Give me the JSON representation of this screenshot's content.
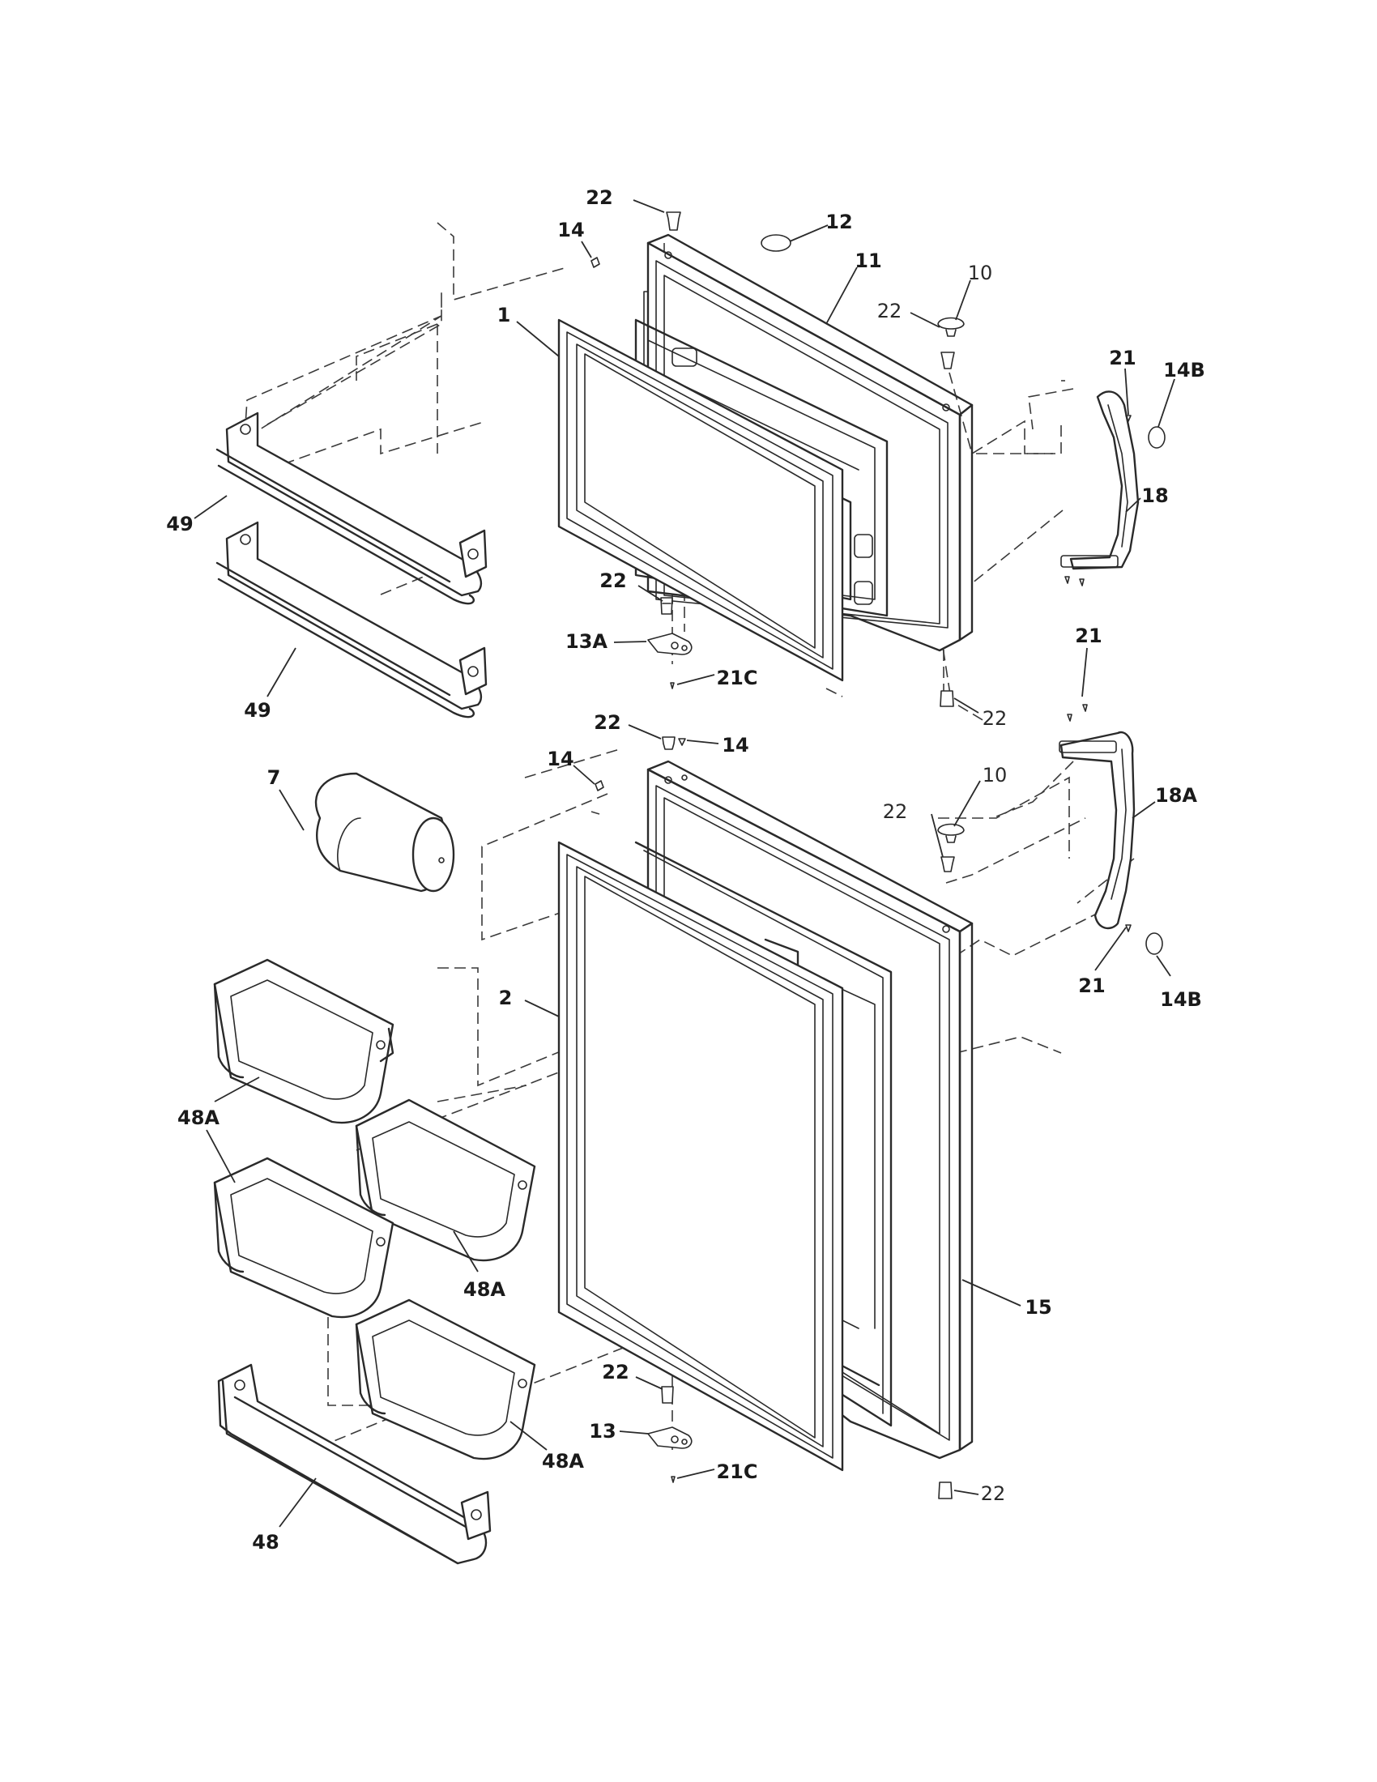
{
  "callouts": {
    "c22a": "22",
    "c14a": "14",
    "c12": "12",
    "c11": "11",
    "c10a": "10",
    "c22b": "22",
    "c1": "1",
    "c21a": "21",
    "c14Ba": "14B",
    "c18": "18",
    "c49a": "49",
    "c49b": "49",
    "c22c": "22",
    "c13A": "13A",
    "c21Ca": "21C",
    "c22d": "22",
    "c21b": "21",
    "c22e": "22",
    "c14b": "14",
    "c14c": "14",
    "c10b": "10",
    "c22f": "22",
    "c7": "7",
    "c18A": "18A",
    "c2": "2",
    "c21c": "21",
    "c14Bb": "14B",
    "c48Aa": "48A",
    "c48Ab": "48A",
    "c15": "15",
    "c22g": "22",
    "c13": "13",
    "c21Cb": "21C",
    "c48Ac": "48A",
    "c22h": "22",
    "c48": "48"
  }
}
